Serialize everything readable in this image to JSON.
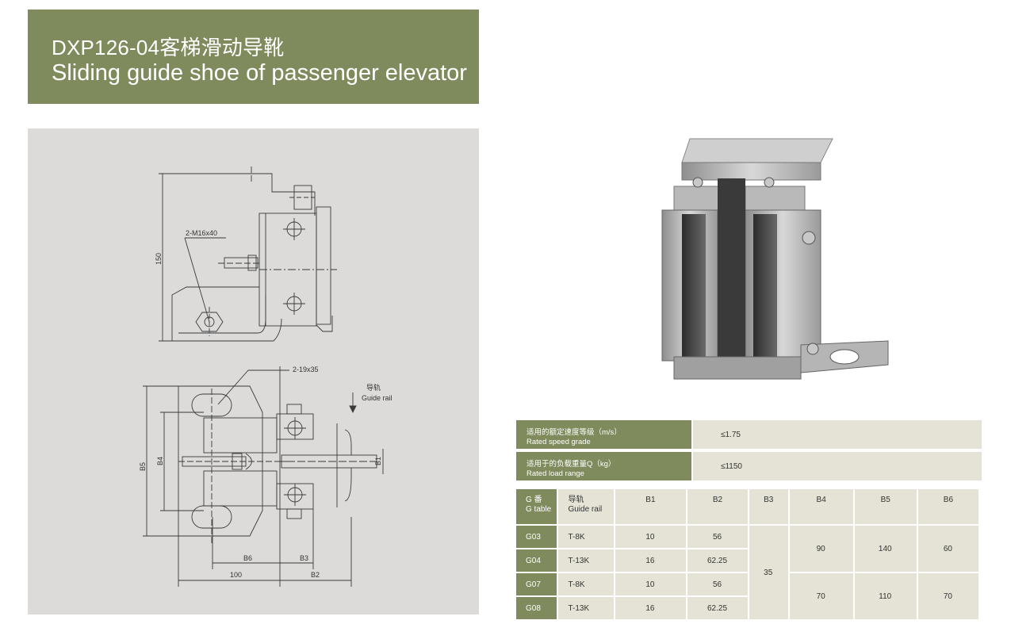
{
  "title": {
    "cn": "DXP126-04客梯滑动导靴",
    "en": "Sliding guide shoe of passenger elevator"
  },
  "drawing": {
    "top_view": {
      "dim_height": "150",
      "bolt_label": "2-M16x40"
    },
    "bottom_view": {
      "slot_label": "2-19x35",
      "rail_label_cn": "导轨",
      "rail_label_en": "Guide rail",
      "dims": {
        "b1": "B1",
        "b3": "B3",
        "b4": "B4",
        "b5": "B5",
        "b6": "B6",
        "b2": "B2",
        "w100": "100"
      }
    }
  },
  "specs": [
    {
      "label_cn": "适用的额定速度等级（m/s）",
      "label_en": "Rated speed grade",
      "value": "≤1.75"
    },
    {
      "label_cn": "适用于的负载重量Q（kg）",
      "label_en": "Rated load range",
      "value": "≤1150"
    }
  ],
  "g_table": {
    "headers": [
      {
        "line1": "G 番",
        "line2": "G table"
      },
      {
        "line1": "导轨",
        "line2": "Guide rail"
      },
      {
        "line1": "B1",
        "line2": ""
      },
      {
        "line1": "B2",
        "line2": ""
      },
      {
        "line1": "B3",
        "line2": ""
      },
      {
        "line1": "B4",
        "line2": ""
      },
      {
        "line1": "B5",
        "line2": ""
      },
      {
        "line1": "B6",
        "line2": ""
      }
    ],
    "rows": [
      {
        "g": "G03",
        "rail": "T-8K",
        "b1": "10",
        "b2": "56"
      },
      {
        "g": "G04",
        "rail": "T-13K",
        "b1": "16",
        "b2": "62.25"
      },
      {
        "g": "G07",
        "rail": "T-8K",
        "b1": "10",
        "b2": "56"
      },
      {
        "g": "G08",
        "rail": "T-13K",
        "b1": "16",
        "b2": "62.25"
      }
    ],
    "b3_all": "35",
    "group1": {
      "b4": "90",
      "b5": "140",
      "b6": "60"
    },
    "group2": {
      "b4": "70",
      "b5": "110",
      "b6": "70"
    }
  }
}
